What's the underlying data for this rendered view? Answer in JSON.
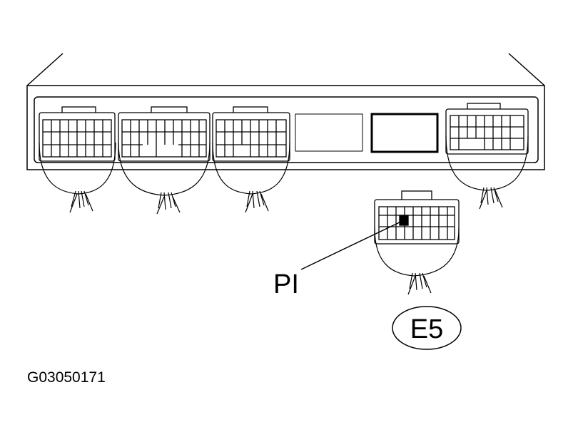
{
  "labels": {
    "pin_label": "PI",
    "connector_id": "E5",
    "figure_code": "G03050171"
  },
  "colors": {
    "line": "#000000",
    "background": "#ffffff"
  }
}
